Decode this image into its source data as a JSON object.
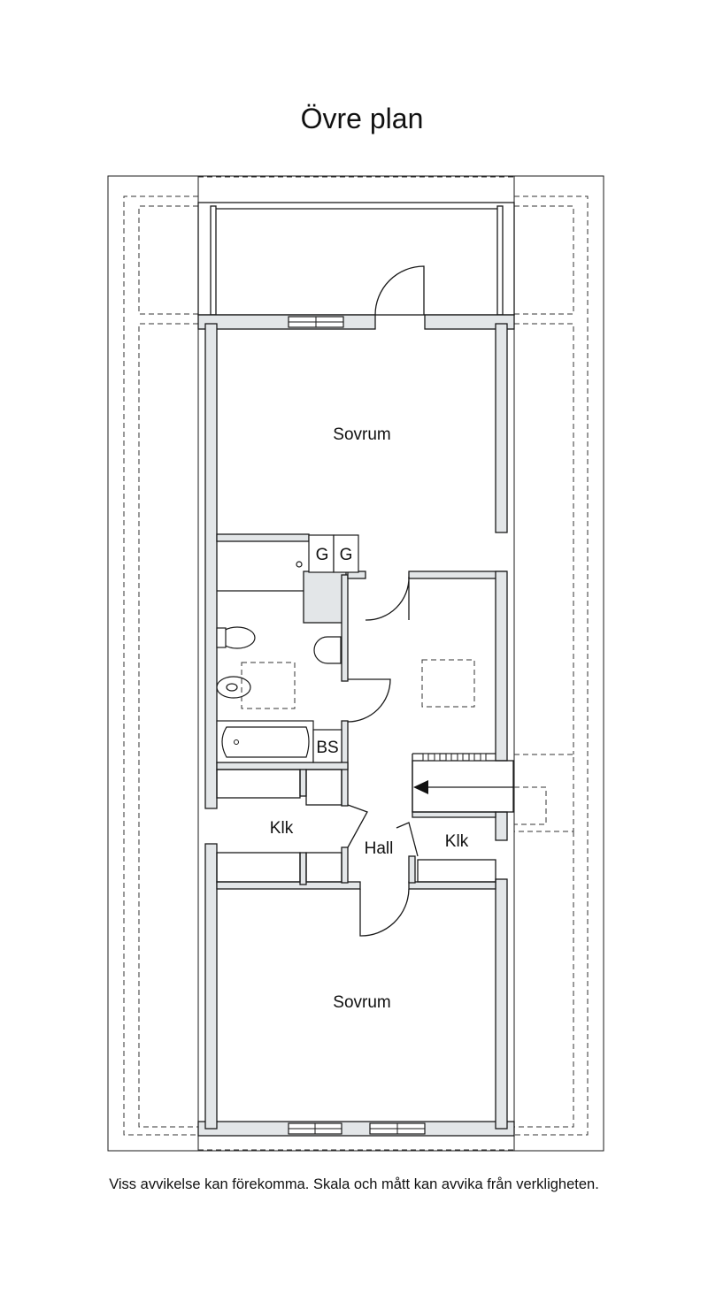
{
  "title": "Övre plan",
  "disclaimer": "Viss avvikelse kan förekomma. Skala och mått kan avvika från verkligheten.",
  "rooms": {
    "bedroom_top": "Sovrum",
    "bedroom_bottom": "Sovrum",
    "closet_left": "Klk",
    "closet_right": "Klk",
    "hall": "Hall",
    "storage_1": "G",
    "storage_2": "G",
    "shower_cabinet": "BS"
  },
  "colors": {
    "wall_fill": "#e3e6e8",
    "line": "#1a1a1a",
    "background": "#ffffff"
  }
}
